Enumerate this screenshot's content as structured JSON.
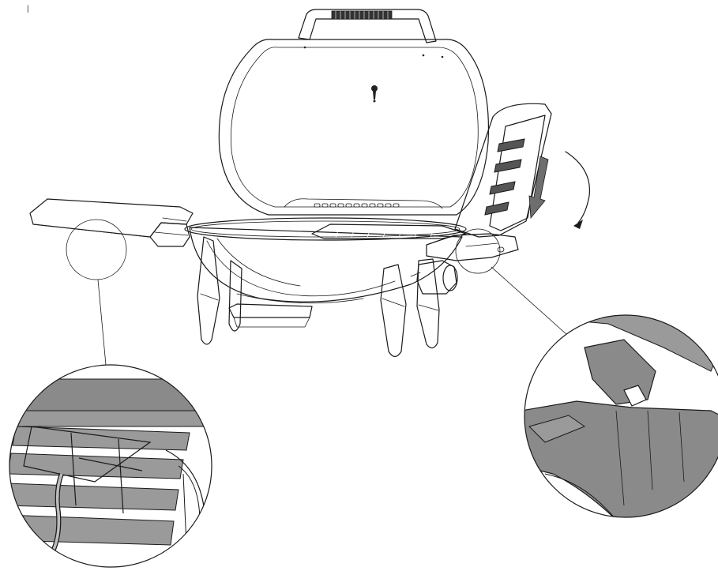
{
  "figure": {
    "page_mark": "|",
    "colors": {
      "line": "#1a1a1a",
      "shelf_gray": "#8a8a8a",
      "detail_gray": "#9a9a9a",
      "arrow_gray": "#6e6e6e",
      "grate_dark": "#2a2a2a",
      "background": "#ffffff"
    },
    "callouts": [
      {
        "id": "left-hinge-detail",
        "zoom_of": "left-side-shelf-hinge"
      },
      {
        "id": "right-latch-detail",
        "zoom_of": "right-side-shelf-latch"
      }
    ],
    "motion": {
      "direction": "fold-down",
      "icons": [
        "straight-down-arrow",
        "curved-rotation-arrow"
      ]
    }
  }
}
